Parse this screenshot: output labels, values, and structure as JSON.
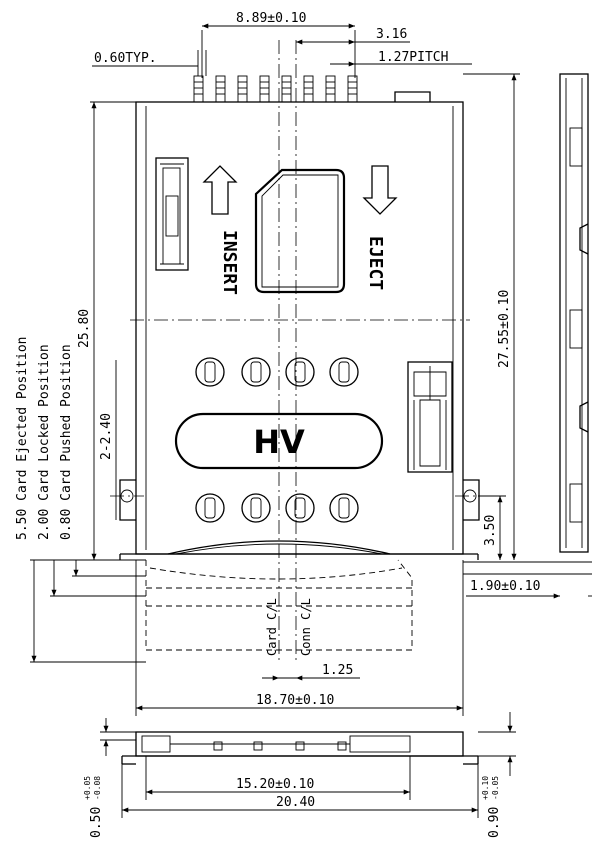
{
  "drawing": {
    "brand": "HV",
    "insert_label": "INSERT",
    "eject_label": "EJECT",
    "card_cl_label": "Card C/L",
    "conn_cl_label": "Conn C/L",
    "positions": {
      "ejected": "5.50 Card Ejected Position",
      "locked": "2.00 Card Locked Position",
      "pushed": "0.80 Card Pushed Position"
    },
    "dims": {
      "pin_span": "8.89±0.10",
      "offset_3_16": "3.16",
      "pitch": "1.27PITCH",
      "pin_width": "0.60TYP.",
      "length_25_80": "25.80",
      "length_27_55": "27.55±0.10",
      "hole_2_2_40": "2-2.40",
      "dim_3_50": "3.50",
      "dim_1_90": "1.90±0.10",
      "dim_1_25": "1.25",
      "width_18_70": "18.70±0.10",
      "width_15_20": "15.20±0.10",
      "width_20_40": "20.40",
      "thk_0_50": "0.50",
      "thk_0_50_tol_up": "+0.05",
      "thk_0_50_tol_dn": "-0.08",
      "thk_0_90": "0.90",
      "thk_0_90_tol_up": "+0.10",
      "thk_0_90_tol_dn": "-0.05"
    }
  }
}
